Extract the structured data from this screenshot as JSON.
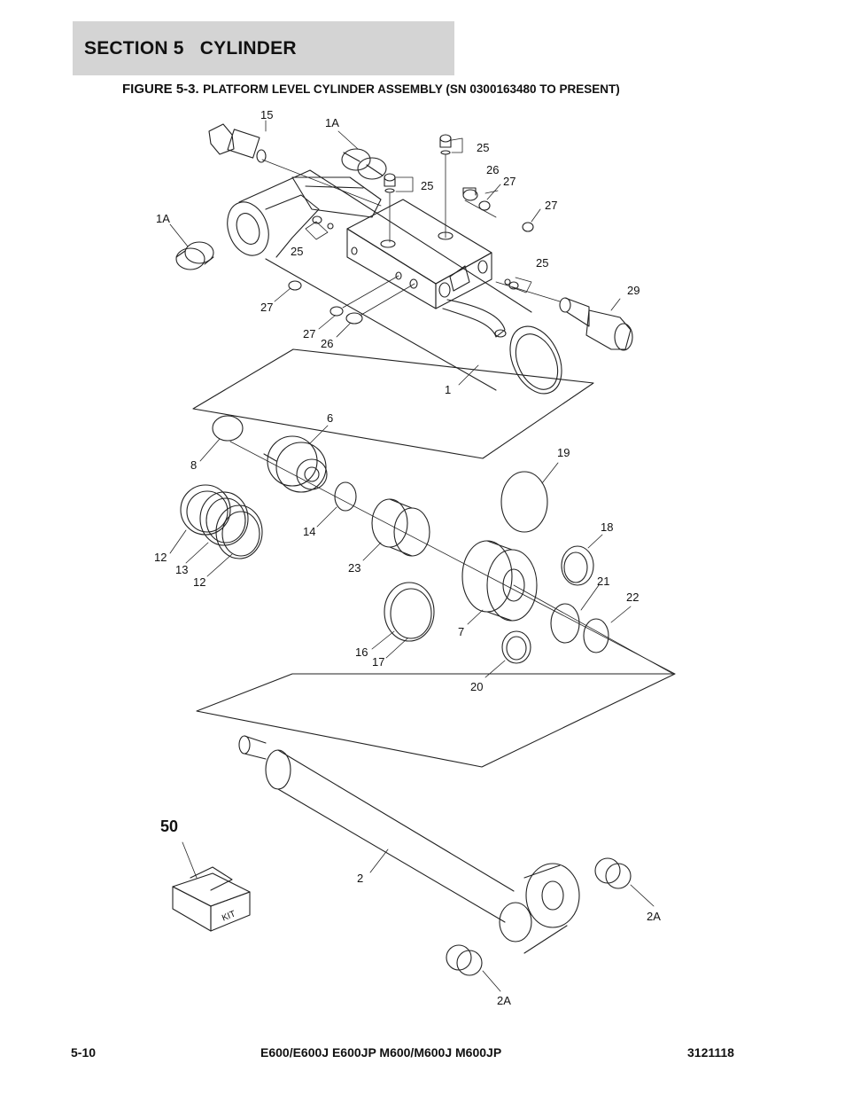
{
  "header": {
    "section_title": "SECTION 5   CYLINDER",
    "figure_number": "FIGURE 5-3.",
    "figure_description": "PLATFORM LEVEL CYLINDER ASSEMBLY (SN 0300163480 TO PRESENT)"
  },
  "diagram": {
    "callouts": {
      "c15": "15",
      "c1a_top": "1A",
      "c1a_left": "1A",
      "c25_a": "25",
      "c25_b": "25",
      "c25_c": "25",
      "c25_d": "25",
      "c26_a": "26",
      "c26_b": "26",
      "c27_a": "27",
      "c27_b": "27",
      "c27_c": "27",
      "c27_d": "27",
      "c29": "29",
      "c1": "1",
      "c6": "6",
      "c8": "8",
      "c12_a": "12",
      "c12_b": "12",
      "c13": "13",
      "c14": "14",
      "c19": "19",
      "c18": "18",
      "c23": "23",
      "c21": "21",
      "c22": "22",
      "c7": "7",
      "c16": "16",
      "c17": "17",
      "c20": "20",
      "c2": "2",
      "c2a_a": "2A",
      "c2a_b": "2A",
      "c50": "50"
    },
    "kit_box_label": "KIT"
  },
  "footer": {
    "page_number": "5-10",
    "models": "E600/E600J E600JP M600/M600J M600JP",
    "doc_number": "3121118"
  }
}
